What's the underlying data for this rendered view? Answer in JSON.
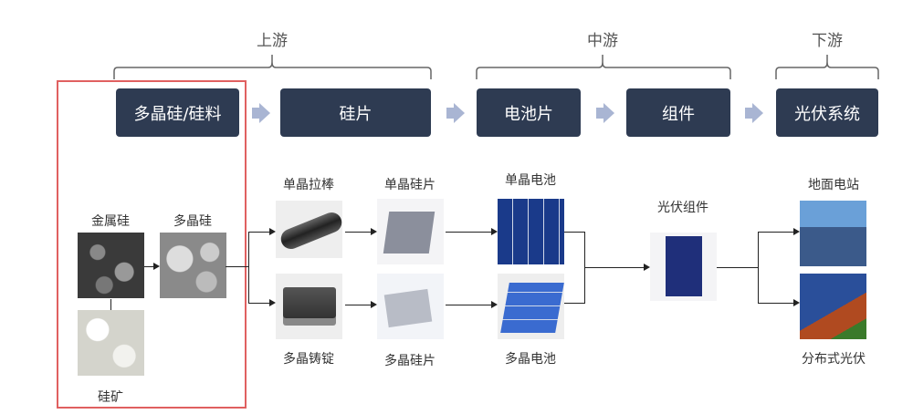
{
  "stages": {
    "upstream": "上游",
    "midstream": "中游",
    "downstream": "下游"
  },
  "boxes": [
    "多晶硅/硅料",
    "硅片",
    "电池片",
    "组件",
    "光伏系统"
  ],
  "items": {
    "metal_silicon": "金属硅",
    "polysilicon": "多晶硅",
    "silica_ore": "硅矿",
    "mono_ingot": "单晶拉棒",
    "poly_ingot": "多晶铸锭",
    "mono_wafer": "单晶硅片",
    "poly_wafer": "多晶硅片",
    "mono_cell": "单晶电池",
    "poly_cell": "多晶电池",
    "pv_module": "光伏组件",
    "ground_station": "地面电站",
    "distributed_pv": "分布式光伏"
  },
  "colors": {
    "box": "#2e3b52",
    "highlight": "#e06060",
    "arrow": "#a9b5d3"
  }
}
